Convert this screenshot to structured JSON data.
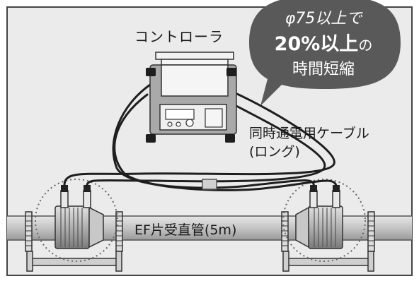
{
  "controller": {
    "label": "コントローラ"
  },
  "cable": {
    "line1": "同時通電用ケーブル",
    "line2": "(ロング)"
  },
  "pipe": {
    "label": "EF片受直管(5m)"
  },
  "bubble": {
    "line1": "φ75以上で",
    "line2_bold": "20%以上",
    "line2_suffix": "の",
    "line3": "時間短縮"
  },
  "colors": {
    "background": "#ebebeb",
    "frame": "#444444",
    "bubble": "#595959",
    "pipe": "#bfbfbf",
    "controller_body": "#a9a9a9"
  }
}
